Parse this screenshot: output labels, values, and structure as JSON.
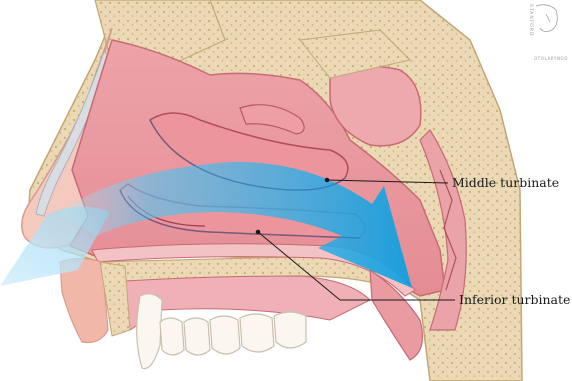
{
  "figure": {
    "labels": {
      "middle_turbinate": "Middle turbinate",
      "inferior_turbinate": "Inferior turbinate"
    },
    "watermark": {
      "vertical_text": "STANFORD",
      "bottom_text": "OTOLARYNGO"
    },
    "colors": {
      "bone": "#ead9b4",
      "bone_dots": "#c9ad7c",
      "mucosa": "#e99aa0",
      "mucosa_dark": "#c86a74",
      "airway": "#f6c8cb",
      "airflow": "#1aa8e6",
      "skin": "#f4c9be",
      "teeth": "#fbf7f0"
    }
  }
}
